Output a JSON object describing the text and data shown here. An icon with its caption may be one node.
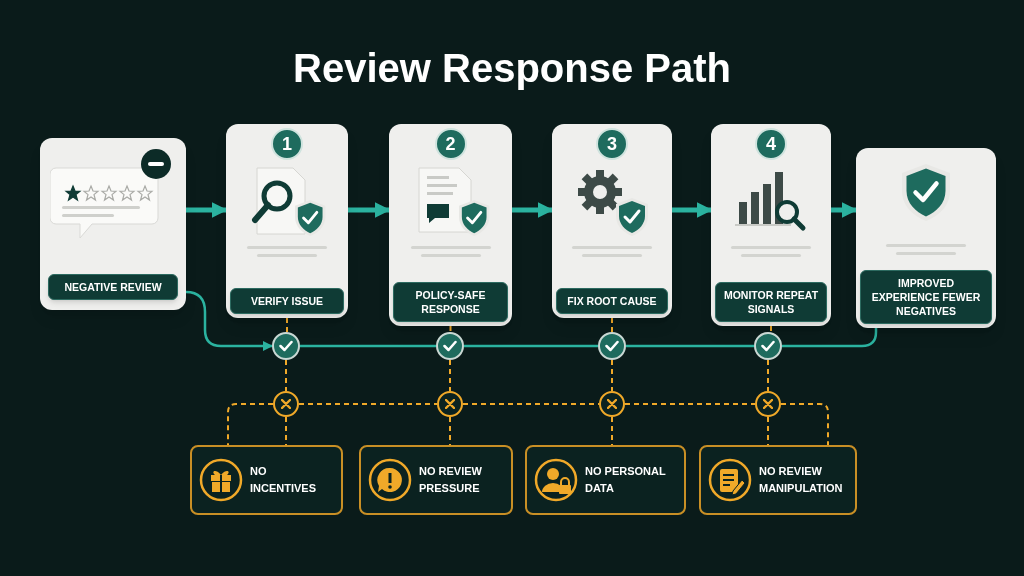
{
  "diagram": {
    "title": "Review Response Path",
    "nodes": [
      {
        "text": [
          "NEGATIVE REVIEW"
        ]
      },
      {
        "text": [
          "1",
          "VERIFY ISSUE"
        ]
      },
      {
        "text": [
          "2",
          "POLICY-SAFE RESPONSE"
        ]
      },
      {
        "text": [
          "3",
          "FIX ROOT CAUSE"
        ]
      },
      {
        "text": [
          "4",
          "MONITOR REPEAT SIGNALS"
        ]
      },
      {
        "text": [
          "IMPROVED EXPERIENCE FEWER NEGATIVES"
        ]
      },
      {
        "text": [],
        "shape": "circle"
      },
      {
        "text": [],
        "shape": "circle"
      },
      {
        "text": [],
        "shape": "circle"
      },
      {
        "text": [],
        "shape": "circle"
      },
      {
        "text": [],
        "shape": "circle"
      },
      {
        "text": [],
        "shape": "circle"
      },
      {
        "text": [],
        "shape": "circle"
      },
      {
        "text": [],
        "shape": "circle"
      },
      {
        "text": [
          "NO INCENTIVES"
        ]
      },
      {
        "text": [
          "NO REVIEW PRESSURE"
        ]
      },
      {
        "text": [
          "NO PERSONAL DATA"
        ]
      },
      {
        "text": [
          "NO REVIEW MANIPULATION"
        ]
      }
    ],
    "edges": [
      {
        "from": 0,
        "to": 1,
        "arrow": "to",
        "style": "thick",
        "color": "#2bb3a0"
      },
      {
        "from": 1,
        "to": 2,
        "arrow": "to",
        "style": "thick",
        "color": "#2bb3a0"
      },
      {
        "from": 2,
        "to": 3,
        "arrow": "to",
        "style": "thick",
        "color": "#2bb3a0"
      },
      {
        "from": 3,
        "to": 4,
        "arrow": "to",
        "style": "thick",
        "color": "#2bb3a0"
      },
      {
        "from": 4,
        "to": 5,
        "arrow": "to",
        "style": "thick",
        "color": "#2bb3a0"
      },
      {
        "from": 0,
        "to": 6,
        "arrow": "to",
        "color": "#2bb3a0"
      },
      {
        "from": 6,
        "to": 7,
        "arrow": "none",
        "color": "#2bb3a0"
      },
      {
        "from": 7,
        "to": 8,
        "arrow": "none",
        "color": "#2bb3a0"
      },
      {
        "from": 8,
        "to": 9,
        "arrow": "none",
        "color": "#2bb3a0"
      },
      {
        "from": 9,
        "to": 5,
        "arrow": "none",
        "color": "#2bb3a0"
      },
      {
        "from": 1,
        "to": 6,
        "arrow": "none",
        "style": "dashed"
      },
      {
        "from": 2,
        "to": 7,
        "arrow": "none",
        "style": "dashed"
      },
      {
        "from": 3,
        "to": 8,
        "arrow": "none",
        "style": "dashed"
      },
      {
        "from": 4,
        "to": 9,
        "arrow": "none",
        "style": "dashed"
      },
      {
        "from": 6,
        "to": 10,
        "arrow": "none",
        "style": "dashed"
      },
      {
        "from": 7,
        "to": 11,
        "arrow": "none",
        "style": "dashed"
      },
      {
        "from": 8,
        "to": 12,
        "arrow": "none",
        "style": "dashed"
      },
      {
        "from": 9,
        "to": 13,
        "arrow": "none",
        "style": "dashed"
      },
      {
        "from": 10,
        "to": 11,
        "arrow": "none",
        "style": "dashed"
      },
      {
        "from": 11,
        "to": 12,
        "arrow": "none",
        "style": "dashed"
      },
      {
        "from": 12,
        "to": 13,
        "arrow": "none",
        "style": "dashed"
      },
      {
        "from": 10,
        "to": 14,
        "arrow": "none",
        "style": "dashed"
      },
      {
        "from": 11,
        "to": 15,
        "arrow": "none",
        "style": "dashed"
      },
      {
        "from": 12,
        "to": 16,
        "arrow": "none",
        "style": "dashed"
      },
      {
        "from": 13,
        "to": 17,
        "arrow": "none",
        "style": "dashed"
      },
      {
        "from": 10,
        "to": 14,
        "arrow": "none",
        "style": "dashed"
      },
      {
        "from": 13,
        "to": 17,
        "arrow": "none",
        "style": "dashed"
      }
    ]
  }
}
